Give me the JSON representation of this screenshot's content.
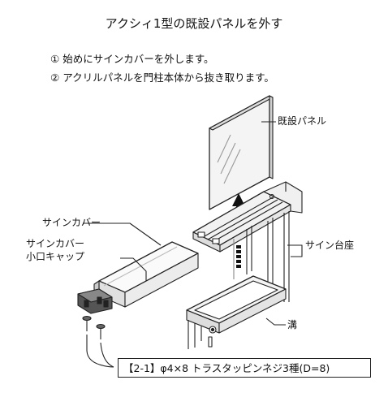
{
  "title": "アクシィ1型の既設パネルを外す",
  "steps": [
    {
      "num": "①",
      "text": "始めにサインカバーを外します。"
    },
    {
      "num": "②",
      "text": "アクリルパネルを門柱本体から抜き取ります。"
    }
  ],
  "labels": {
    "panel": "既設パネル",
    "sign_cover": "サインカバー",
    "cap_line1": "サインカバー",
    "cap_line2": "小口キャップ",
    "base": "サイン台座",
    "groove": "溝"
  },
  "screw_note": "【2-1】φ4×8 トラスタッピンネジ3種(D=8)"
}
